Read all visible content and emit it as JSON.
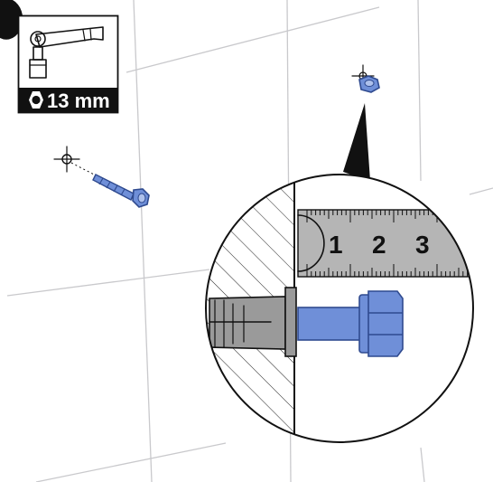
{
  "step_badge": "",
  "tool_panel": {
    "tool_icon": "socket-wrench-icon",
    "socket_icon": "hex-socket-icon",
    "size_label": "13 mm"
  },
  "ruler": {
    "numbers": [
      "1",
      "2",
      "3"
    ]
  },
  "colors": {
    "screw_blue": "#6f8fd8",
    "screw_dark": "#2f4a8f",
    "anchor_grey": "#9a9a9a",
    "ruler_grey": "#b5b5b5",
    "tile_line": "#c9c9cc"
  }
}
